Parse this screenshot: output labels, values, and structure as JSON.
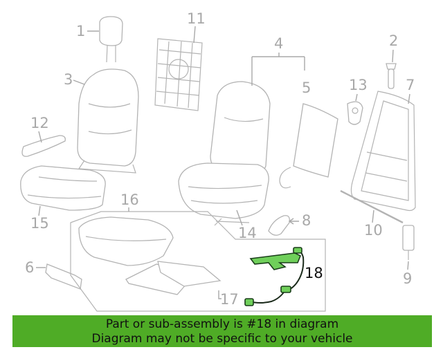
{
  "diagram": {
    "callouts": [
      "1",
      "2",
      "3",
      "4",
      "5",
      "6",
      "7",
      "8",
      "9",
      "10",
      "11",
      "12",
      "13",
      "14",
      "15",
      "16",
      "17",
      "18"
    ],
    "highlighted_part": "18",
    "highlight_color": "#6fcf5a"
  },
  "banner": {
    "line1": "Part or sub-assembly is #18 in diagram",
    "line2": "Diagram may not be specific to your vehicle",
    "background": "#4fac26"
  }
}
